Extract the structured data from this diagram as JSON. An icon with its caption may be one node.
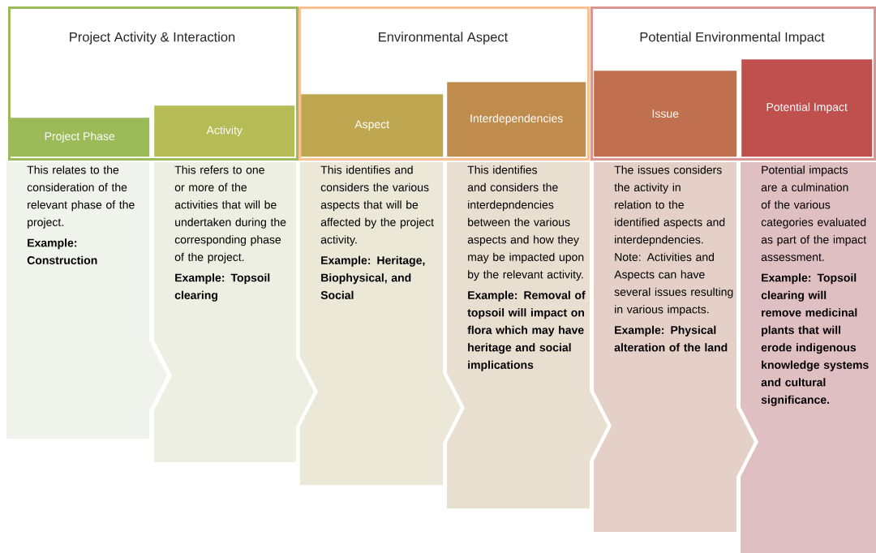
{
  "diagram": {
    "nodes": [
      {
        "text": [
          "Project Activity & Interaction"
        ]
      },
      {
        "text": [
          "Project Phase"
        ],
        "in": 0
      },
      {
        "text": [
          "Activity"
        ],
        "in": 0
      },
      {
        "text": [
          "Environmental Aspect"
        ]
      },
      {
        "text": [
          "Aspect"
        ],
        "in": 3
      },
      {
        "text": [
          "Interdependencies"
        ],
        "in": 3
      },
      {
        "text": [
          "Potential Environmental Impact"
        ]
      },
      {
        "text": [
          "Issue"
        ],
        "in": 6
      },
      {
        "text": [
          "Potential Impact"
        ],
        "in": 6
      },
      {
        "text": [
          "This relates to the consideration of the relevant phase of the project.",
          "Example: Construction"
        ]
      },
      {
        "text": [
          "This refers to one or more of the activities that will be undertaken during the corresponding phase of the project.",
          "Example: Topsoil clearing"
        ]
      },
      {
        "text": [
          "This identifies and considers the various aspects that will be affected by the project activity.",
          "Example: Heritage, Biophysical, and Social"
        ]
      },
      {
        "text": [
          "This identifies and considers the interdepndencies between the various aspects and how they may be impacted upon by the relevant activity.",
          "Example: Removal of topsoil will impact on flora which may have heritage and social implications"
        ]
      },
      {
        "text": [
          "The issues considers the activity in relation to the identified aspects and interdepndencies. Note: Activities and Aspects can have several issues resulting in various impacts.",
          "Example: Physical alteration of the land"
        ]
      },
      {
        "text": [
          "Potential impacts are a culmination of the various categories evaluated as part of the impact assessment.",
          "Example: Topsoil clearing will remove medicinal plants that will erode indigenous knowledge systems and cultural significance."
        ]
      }
    ]
  }
}
